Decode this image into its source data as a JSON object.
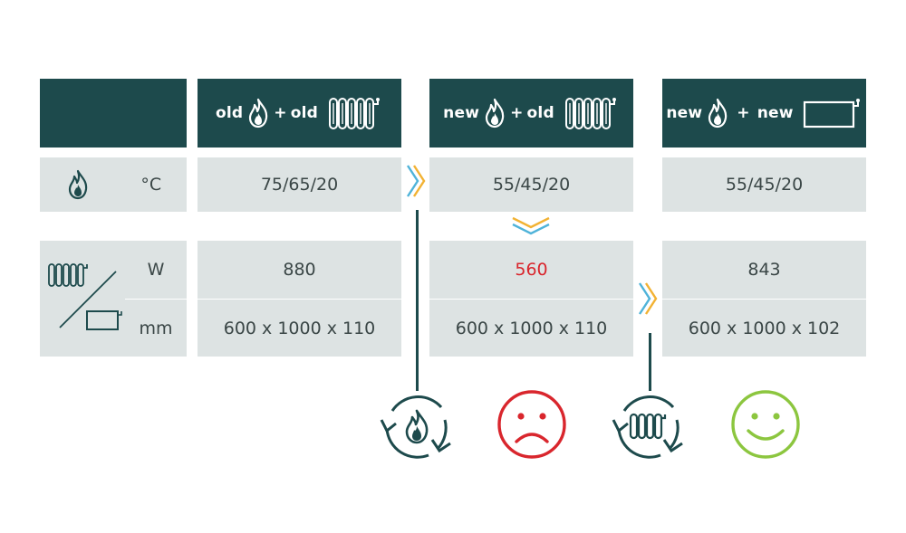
{
  "columns": [
    {
      "left_word": "old",
      "right_word": "old",
      "heater": "radiator-icon"
    },
    {
      "left_word": "new",
      "right_word": "old",
      "heater": "radiator-icon"
    },
    {
      "left_word": "new",
      "right_word": "new",
      "heater": "panel-radiator-icon"
    }
  ],
  "plus_sign": "+",
  "rows": {
    "temperature": {
      "unit": "°C",
      "values": [
        "75/65/20",
        "55/45/20",
        "55/45/20"
      ]
    },
    "power": {
      "unit": "W",
      "values": [
        "880",
        "560",
        "843"
      ]
    },
    "size": {
      "unit": "mm",
      "values": [
        "600 x 1000 x 110",
        "600 x 1000 x 110",
        "600 x 1000 x 102"
      ]
    }
  },
  "outcome_icons": [
    "cycle-flame-icon",
    "sad-face-icon",
    "cycle-radiator-icon",
    "happy-face-icon"
  ],
  "colors": {
    "header_bg": "#1d4a4c",
    "cell_bg": "#dde3e3",
    "highlight_red": "#d9262d",
    "sad_red": "#d9262d",
    "happy_green": "#8cc63f",
    "chevron_blue": "#4fb3d9",
    "chevron_yellow": "#f2b233"
  }
}
